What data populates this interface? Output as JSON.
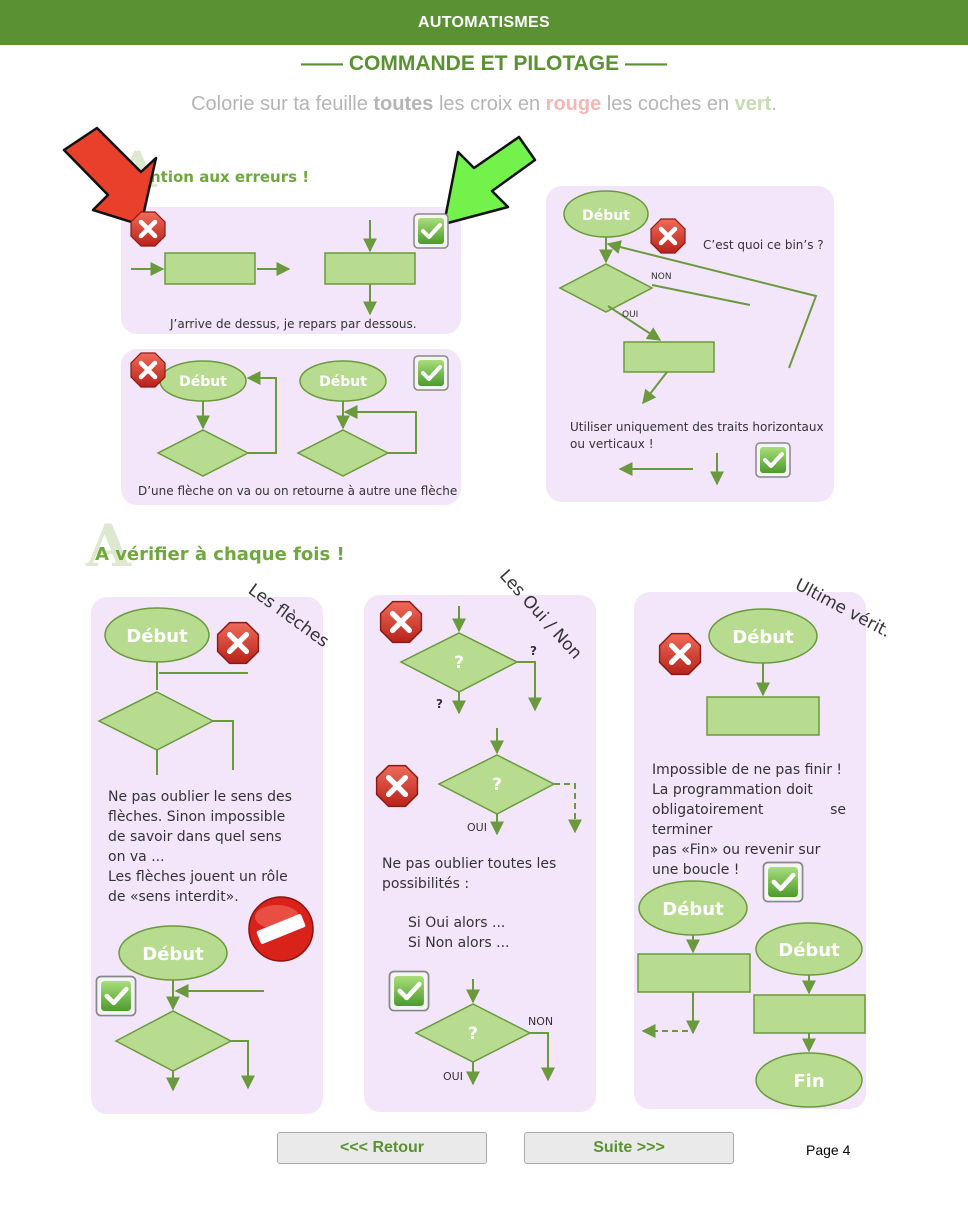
{
  "header": {
    "title": "AUTOMATISMES"
  },
  "subtitle": "—— COMMANDE ET PILOTAGE ——",
  "instruction": {
    "part1": "Colorie sur ta feuille ",
    "toutes": "toutes",
    "part2": " les croix en ",
    "rouge": "rouge",
    "part3": " les coches en ",
    "vert": "vert",
    "part4": "."
  },
  "section1": {
    "letter": "A",
    "heading": "ntion aux erreurs !",
    "panel1_caption": "J’arrive de dessus, je repars par dessous.",
    "panel2_caption": "D’une flèche on va ou on retourne à autre une flèche",
    "panel3": {
      "question": "C’est quoi ce bin’s ?",
      "non": "NON",
      "oui": "OUI",
      "text_line1": "Utiliser uniquement des traits horizontaux",
      "text_line2": "ou verticaux !"
    }
  },
  "section2": {
    "letter": "A",
    "heading": "A vérifier à chaque fois !",
    "col1": {
      "tab": "Les flèches",
      "text": [
        "Ne pas oublier le sens des",
        "flèches. Sinon impossible",
        "de savoir dans quel sens",
        "on va ...",
        "Les flèches jouent un rôle",
        "de «sens interdit»."
      ]
    },
    "col2": {
      "tab": "Les Oui / Non",
      "text": [
        "Ne pas oublier toutes les",
        "possibilités :"
      ],
      "list": [
        "Si Oui alors ...",
        "Si Non alors ..."
      ],
      "q": "?",
      "oui": "OUI",
      "non": "NON"
    },
    "col3": {
      "tab": "Ultime vérit.",
      "text": [
        "Impossible de ne pas finir !",
        "La programmation doit",
        "obligatoirement se terminer",
        "pas «Fin» ou revenir sur",
        "une boucle !"
      ],
      "fin": "Fin"
    }
  },
  "shapes": {
    "debut": "Début"
  },
  "nav": {
    "back": "<<< Retour",
    "next": "Suite >>>",
    "page": "Page 4"
  },
  "colors": {
    "brand_green": "#5a9233",
    "panel": "#f3e6fb",
    "shape_fill": "#b8dc8f",
    "shape_stroke": "#6a9a3c",
    "arrow_red": "#e8402a",
    "arrow_green": "#72f24a"
  }
}
